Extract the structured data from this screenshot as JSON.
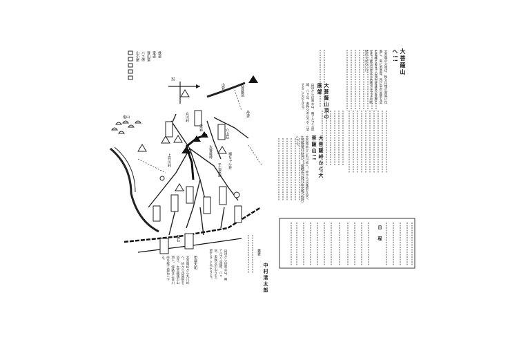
{
  "document": {
    "title_1": "大菩薩山へ!!",
    "title_2": "大菩薩山頂の展望",
    "title_3": "大菩薩峠から大菩薩山!!",
    "body_1": "大菩薩の大嶺は、秩父山塊の南端に位置し、東に奥多摩、西に甲府盆地を望む名峰である。山頂付近は広い草原となり、富士山をはじめ南アルプスの眺望がすばらしい。",
    "body_2": "山頂からは富士山、南アルプス連峰、八ヶ岳、奥秩父の山々を一望することができる。",
    "body_3": "大菩薩峠から丸川峠へ。峠からは尾根を辿り、大菩薩嶺の山頂へ。帰路は上日川峠を経て裂石へ下る。",
    "schedule_title": "日　程",
    "publisher": "中村清太郎",
    "publisher_label": "著者"
  },
  "map": {
    "peaks": [
      "大菩薩嶺",
      "大菩薩峠",
      "雷岩",
      "丸川峠",
      "上日川峠"
    ],
    "places": [
      "塩山",
      "裂石",
      "千石茶屋",
      "福ちゃん荘",
      "介山荘",
      "小菅",
      "丹波",
      "甲斐大和"
    ],
    "legend": [
      "山小屋",
      "バス停",
      "登山道",
      "車道",
      "鉄道"
    ],
    "north_label": "N"
  }
}
